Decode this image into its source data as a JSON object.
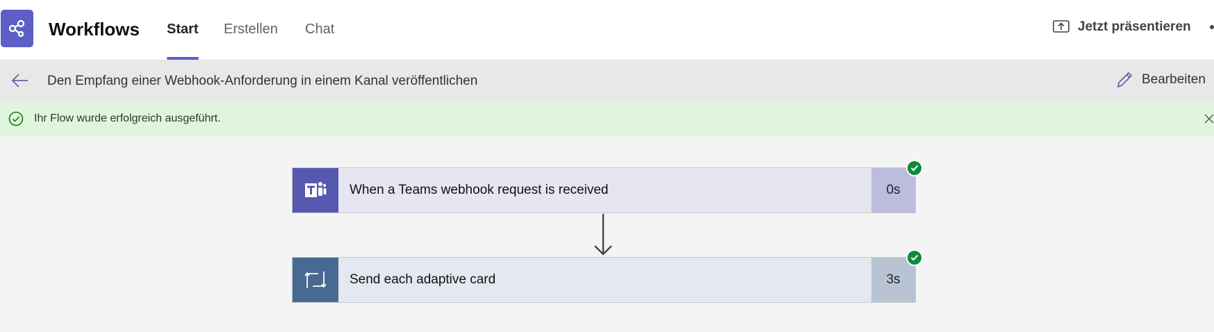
{
  "header": {
    "app_title": "Workflows",
    "tabs": [
      {
        "label": "Start",
        "active": true
      },
      {
        "label": "Erstellen"
      },
      {
        "label": "Chat"
      }
    ],
    "present_label": "Jetzt präsentieren",
    "accent": "#5b5fc7"
  },
  "subbar": {
    "title": "Den Empfang einer Webhook-Anforderung in einem Kanal veröffentlichen",
    "edit_label": "Bearbeiten"
  },
  "banner": {
    "message": "Ihr Flow wurde erfolgreich ausgeführt.",
    "color": "#dff6dd"
  },
  "flow": {
    "steps": [
      {
        "label": "When a Teams webhook request is received",
        "duration": "0s",
        "icon": "teams-icon",
        "status": "succeeded",
        "icon_color": "#5558af",
        "body_color": "#e6e6f2",
        "duration_color": "#bcbcdf"
      },
      {
        "label": "Send each adaptive card",
        "duration": "3s",
        "icon": "loop-icon",
        "status": "succeeded",
        "icon_color": "#486991",
        "body_color": "#e4e8f0",
        "duration_color": "#b8c4d3"
      }
    ]
  }
}
